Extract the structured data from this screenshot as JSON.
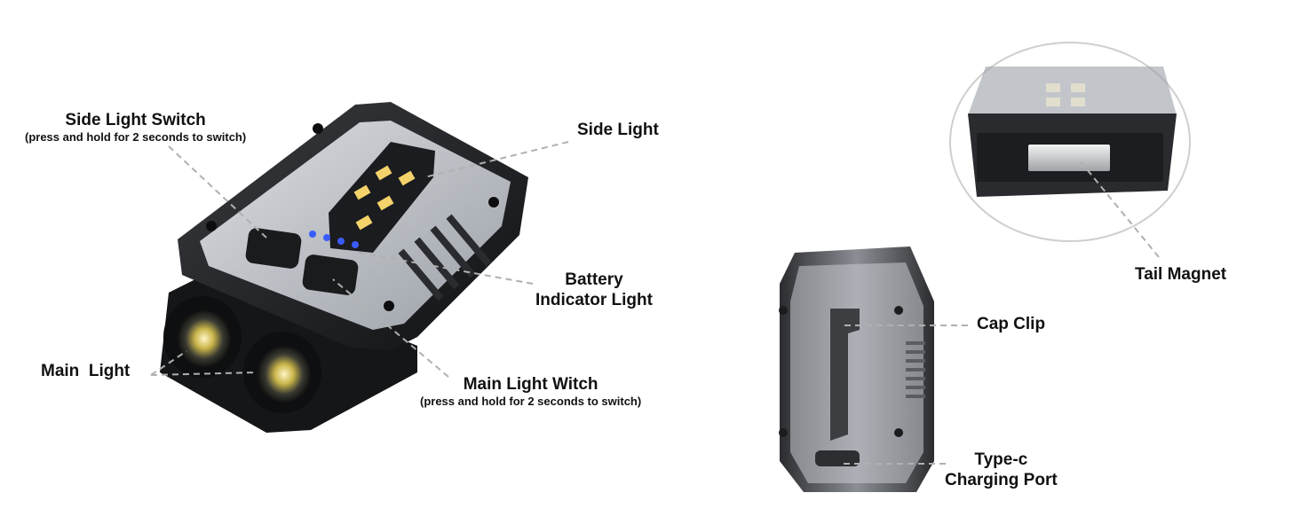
{
  "labels": {
    "side_switch": {
      "title": "Side Light Switch",
      "note": "(press and hold for 2 seconds to switch)"
    },
    "side_light": "Side Light",
    "battery_indicator": {
      "line1": "Battery",
      "line2": "Indicator Light"
    },
    "main_light": "Main  Light",
    "main_switch": {
      "title": "Main Light Witch",
      "note": "(press and hold for 2 seconds to switch)"
    },
    "tail_magnet": "Tail Magnet",
    "cap_clip": "Cap Clip",
    "charging_port": {
      "line1": "Type-c",
      "line2": "Charging Port"
    }
  },
  "colors": {
    "background": "#ffffff",
    "label_text": "#111111",
    "leader_line": "#b0b0b0",
    "body_dark": "#1c1d20",
    "lens_clear": "#d9dde2",
    "led_warm": "#f5d36b",
    "led_blue": "#3a5cff"
  }
}
